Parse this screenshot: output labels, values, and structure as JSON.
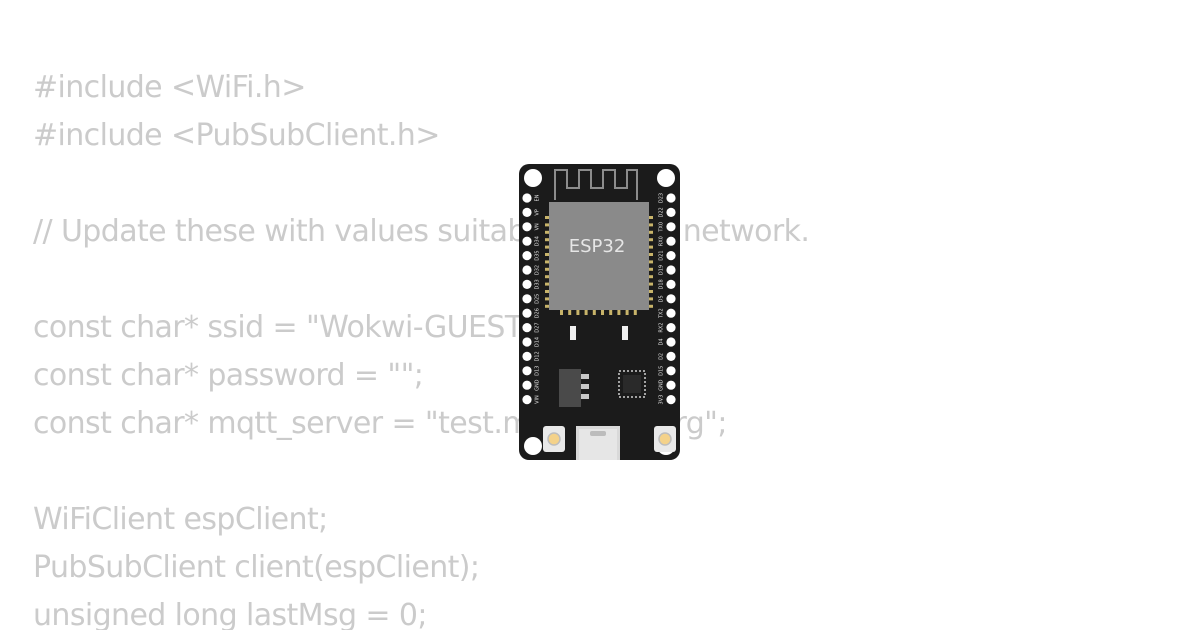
{
  "code_lines": [
    "#include <WiFi.h>",
    "#include <PubSubClient.h>",
    "",
    "// Update these with values suitable for your network.",
    "",
    "const char* ssid = \"Wokwi-GUEST\";",
    "const char* password = \"\";",
    "const char* mqtt_server = \"test.mosquitto.org\";",
    "",
    "WiFiClient espClient;",
    "PubSubClient client(espClient);",
    "unsigned long lastMsg = 0;"
  ],
  "board": {
    "module_label": "ESP32",
    "left_pins": [
      "EN",
      "VP",
      "VN",
      "D34",
      "D35",
      "D32",
      "D33",
      "D25",
      "D26",
      "D27",
      "D14",
      "D12",
      "D13",
      "GND",
      "VIN"
    ],
    "right_pins": [
      "D23",
      "D22",
      "TX0",
      "RX0",
      "D21",
      "D19",
      "D18",
      "D5",
      "TX2",
      "RX2",
      "D4",
      "D2",
      "D15",
      "GND",
      "3V3"
    ]
  }
}
